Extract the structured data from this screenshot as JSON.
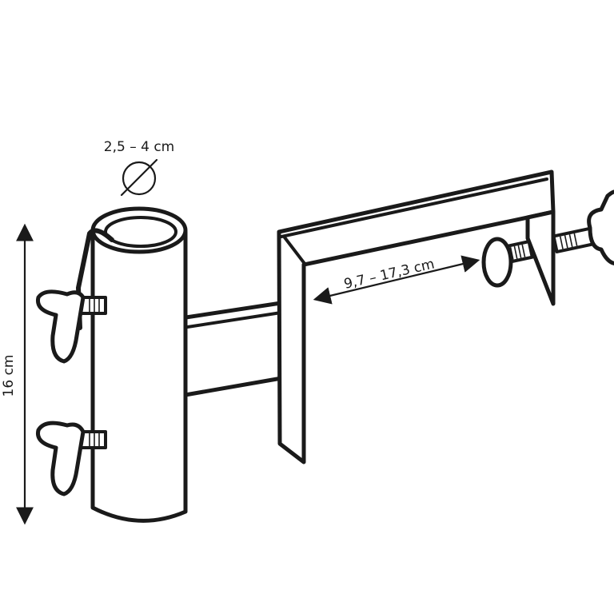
{
  "labels": {
    "diameter": "2,5 – 4 cm",
    "height": "16 cm",
    "clamp_range": "9,7 – 17,3 cm"
  },
  "colors": {
    "line": "#1a1a1a",
    "background": "#ffffff"
  }
}
